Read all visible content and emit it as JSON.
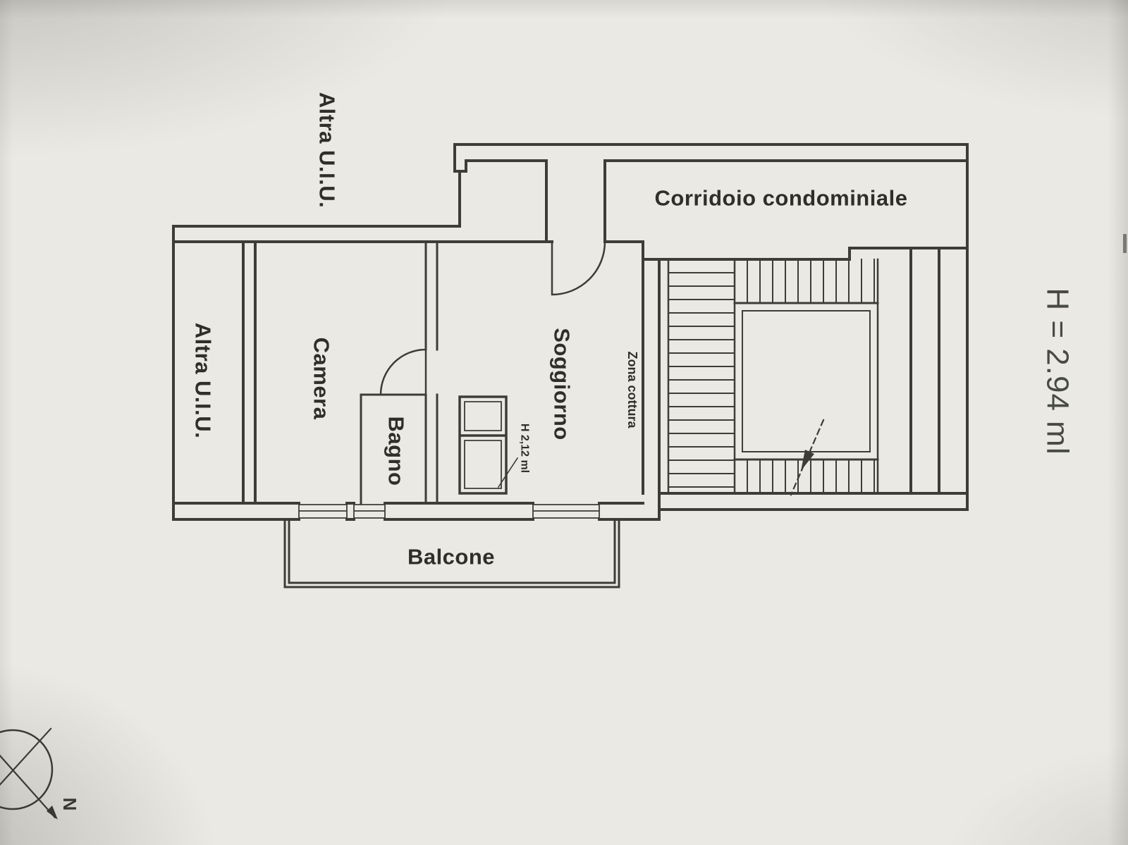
{
  "document": {
    "labels": {
      "corridor": "Corridoio condominiale",
      "other_unit_top": "Altra U.I.U.",
      "other_unit_left": "Altra U.I.U.",
      "camera": "Camera",
      "bagno": "Bagno",
      "soggiorno": "Soggiorno",
      "zona_cottura": "Zona cottura",
      "closet_height": "H 2,12 ml",
      "balcone": "Balcone",
      "ceiling_height": "H = 2.94 ml",
      "compass_north": "N"
    },
    "colors": {
      "paper": "#ebe9e4",
      "ink": "#3d3d36",
      "text": "#2f2f29"
    }
  }
}
